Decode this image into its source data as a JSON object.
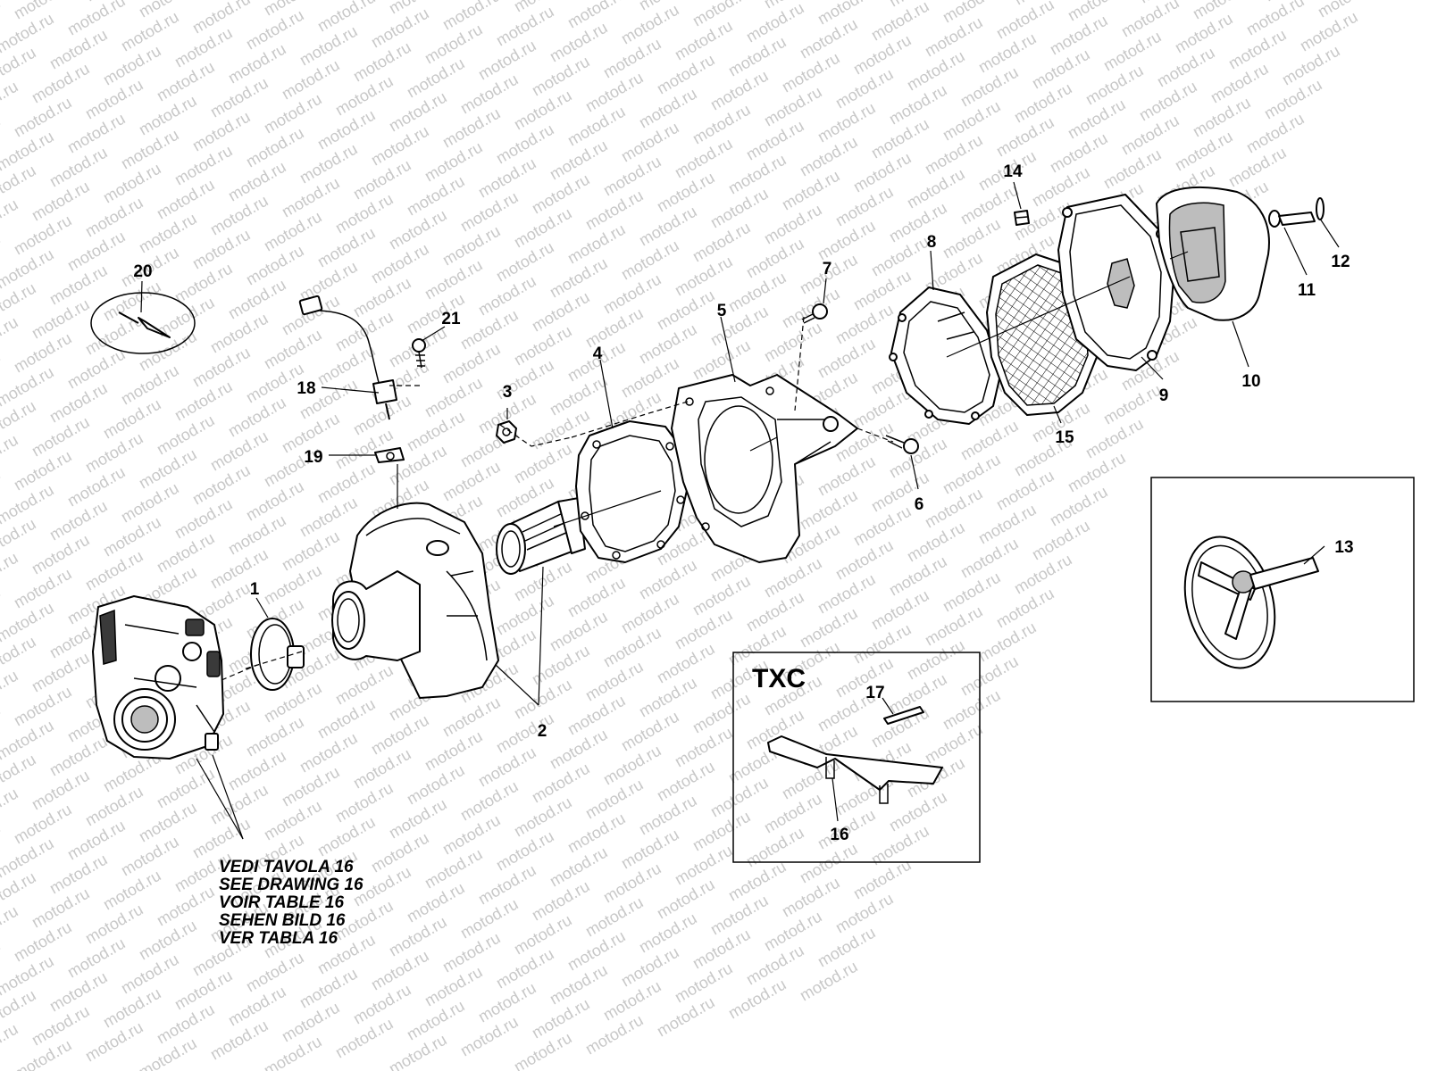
{
  "watermark": "motod.ru",
  "callouts": [
    {
      "id": "1",
      "label": "1"
    },
    {
      "id": "2",
      "label": "2"
    },
    {
      "id": "3",
      "label": "3"
    },
    {
      "id": "4",
      "label": "4"
    },
    {
      "id": "5",
      "label": "5"
    },
    {
      "id": "6",
      "label": "6"
    },
    {
      "id": "7",
      "label": "7"
    },
    {
      "id": "8",
      "label": "8"
    },
    {
      "id": "9",
      "label": "9"
    },
    {
      "id": "10",
      "label": "10"
    },
    {
      "id": "11",
      "label": "11"
    },
    {
      "id": "12",
      "label": "12"
    },
    {
      "id": "13",
      "label": "13"
    },
    {
      "id": "14",
      "label": "14"
    },
    {
      "id": "15",
      "label": "15"
    },
    {
      "id": "16",
      "label": "16"
    },
    {
      "id": "17",
      "label": "17"
    },
    {
      "id": "18",
      "label": "18"
    },
    {
      "id": "19",
      "label": "19"
    },
    {
      "id": "20",
      "label": "20"
    },
    {
      "id": "21",
      "label": "21"
    }
  ],
  "txc_panel": {
    "title": "TXC"
  },
  "reference_note": [
    "VEDI TAVOLA 16",
    "SEE DRAWING 16",
    "VOIR TABLE 16",
    "SEHEN BILD 16",
    "VER TABLA 16"
  ]
}
